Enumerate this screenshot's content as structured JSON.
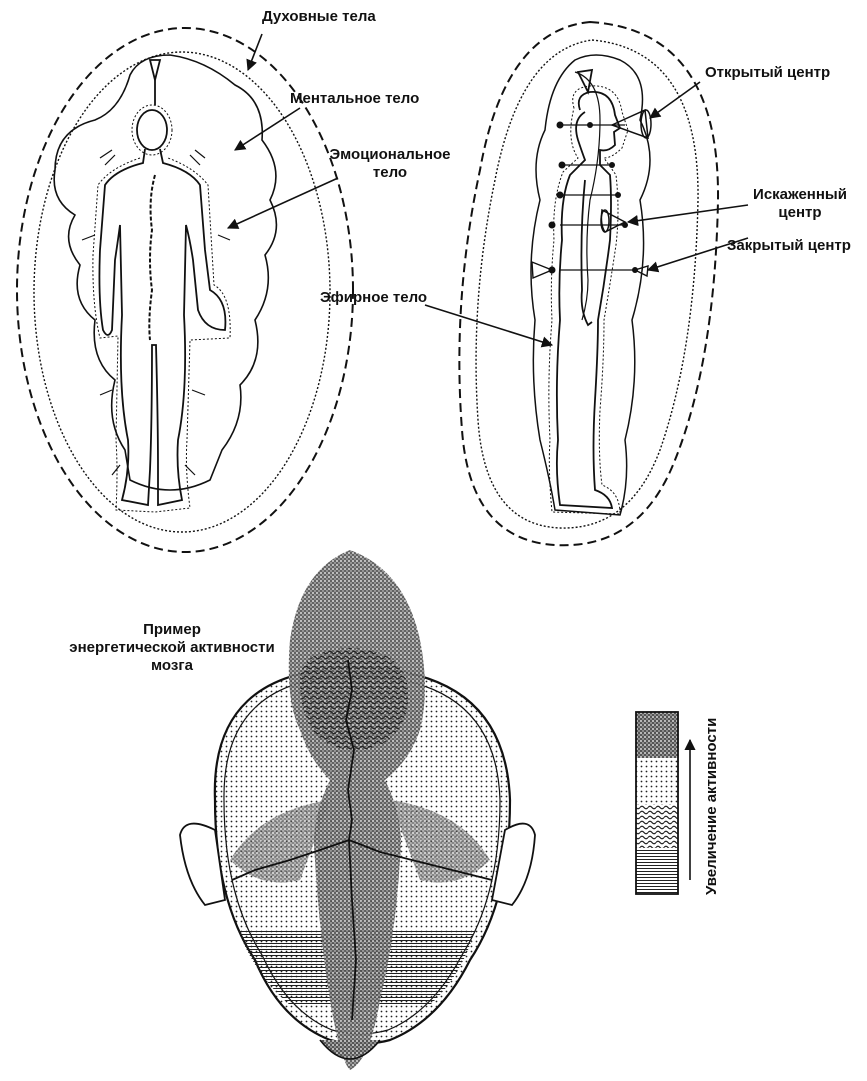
{
  "labels": {
    "spiritual_bodies": "Духовные тела",
    "mental_body": "Ментальное тело",
    "emotional_body_line1": "Эмоциональное",
    "emotional_body_line2": "тело",
    "open_center": "Открытый центр",
    "distorted_center_line1": "Искаженный",
    "distorted_center_line2": "центр",
    "closed_center": "Закрытый центр",
    "etheric_body": "Эфирное тело",
    "brain_example_line1": "Пример",
    "brain_example_line2": "энергетической активности",
    "brain_example_line3": "мозга",
    "activity_increase": "Увеличение активности"
  },
  "colors": {
    "ink": "#111111",
    "paper": "#ffffff"
  }
}
